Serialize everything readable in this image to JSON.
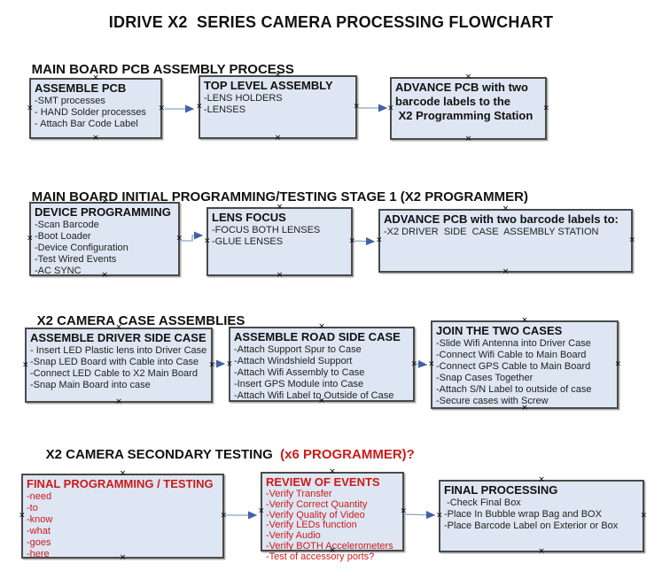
{
  "title": "IDRIVE X2  SERIES CAMERA PROCESSING FLOWCHART",
  "colors": {
    "box_fill": "#dde6f2",
    "box_border": "#4a4a4a",
    "red": "#cc1a1a",
    "arrow_line": "#8ca3c4",
    "arrow_head": "#3f62a9"
  },
  "icons": {
    "connection_marker": "×"
  },
  "sections": [
    {
      "header": "MAIN BOARD PCB ASSEMBLY PROCESS",
      "header_accent": "",
      "boxes": [
        {
          "title": "ASSEMBLE PCB",
          "items": [
            "-SMT processes",
            "- HAND Solder processes",
            "- Attach Bar Code Label"
          ]
        },
        {
          "title": "TOP LEVEL ASSEMBLY",
          "items": [
            "-LENS HOLDERS",
            "-LENSES"
          ]
        },
        {
          "title_lines": [
            "ADVANCE PCB with two",
            "barcode labels to the",
            " X2 Programming Station"
          ],
          "items": []
        }
      ]
    },
    {
      "header": "MAIN BOARD INITIAL PROGRAMMING/TESTING STAGE 1 (X2 PROGRAMMER)",
      "header_accent": "",
      "boxes": [
        {
          "title": "DEVICE PROGRAMMING",
          "items": [
            "-Scan Barcode",
            "-Boot Loader",
            "-Device Configuration",
            "-Test Wired Events",
            "-AC SYNC"
          ]
        },
        {
          "title": "LENS FOCUS",
          "items": [
            "-FOCUS BOTH LENSES",
            "-GLUE LENSES"
          ]
        },
        {
          "title": "ADVANCE PCB with two barcode labels to:",
          "items": [
            "-X2 DRIVER  SIDE  CASE  ASSEMBLY STATION"
          ]
        }
      ]
    },
    {
      "header": "X2 CAMERA CASE ASSEMBLIES",
      "header_accent": "",
      "boxes": [
        {
          "title": "ASSEMBLE DRIVER SIDE CASE",
          "items": [
            "- Insert LED Plastic lens into Driver Case",
            "-Snap LED Board with Cable into Case",
            "-Connect LED Cable to X2 Main Board",
            "-Snap Main Board into case"
          ]
        },
        {
          "title": "ASSEMBLE ROAD SIDE CASE",
          "items": [
            "-Attach Support Spur to Case",
            "-Attach Windshield Support",
            "-Attach Wifi Assembly to Case",
            "-Insert GPS Module into Case",
            "-Attach Wifi Label to Outside of Case"
          ]
        },
        {
          "title": "JOIN THE TWO CASES",
          "items": [
            "-Slide Wifi Antenna into Driver Case",
            "-Connect Wifi Cable to Main Board",
            "-Connect GPS Cable to Main Board",
            "-Snap Cases Together",
            "-Attach S/N Label to outside of case",
            "-Secure cases with Screw"
          ]
        }
      ]
    },
    {
      "header": "X2 CAMERA SECONDARY TESTING  ",
      "header_accent": "(x6 PROGRAMMER)?",
      "boxes": [
        {
          "title": "FINAL PROGRAMMING / TESTING",
          "items": [
            "-need",
            "-to",
            "-know",
            "-what",
            "-goes",
            "-here"
          ]
        },
        {
          "title": "REVIEW OF EVENTS",
          "items": [
            "-Verify Transfer",
            "-Verify Correct Quantity",
            "-Verify Quality of Video",
            "-Verify LEDs function",
            "-Verify Audio",
            "-Verify BOTH Accelerometers",
            "-Test of accessory ports?"
          ]
        },
        {
          "title": "FINAL PROCESSING",
          "items": [
            " -Check Final Box",
            "-Place In Bubble wrap Bag and BOX",
            "-Place Barcode Label on Exterior or Box"
          ]
        }
      ]
    }
  ]
}
